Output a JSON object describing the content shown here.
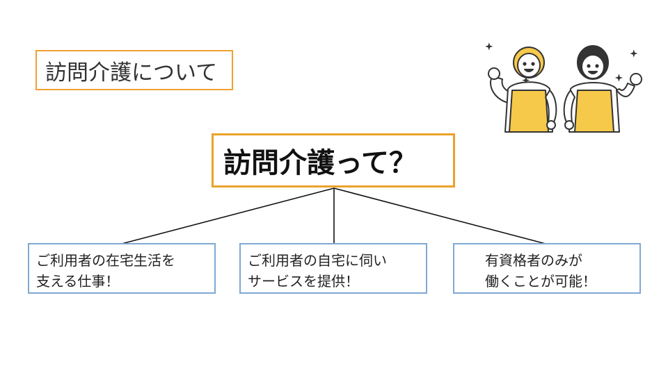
{
  "slide": {
    "section_title": "訪問介護について"
  },
  "diagram": {
    "central": "訪問介護って？",
    "leaves": [
      {
        "line1": "ご利用者の在宅生活を",
        "line2": "支える仕事！"
      },
      {
        "line1": "ご利用者の自宅に伺い",
        "line2": "サービスを提供！"
      },
      {
        "line1": "有資格者のみが",
        "line2": "働くことが可能！"
      }
    ]
  },
  "colors": {
    "title_border": "#f0a030",
    "central_border": "#eaa22a",
    "leaf_border": "#7fa8d4",
    "connector": "#111111",
    "apron": "#f6c94a"
  },
  "illustration": "caregivers-icon"
}
